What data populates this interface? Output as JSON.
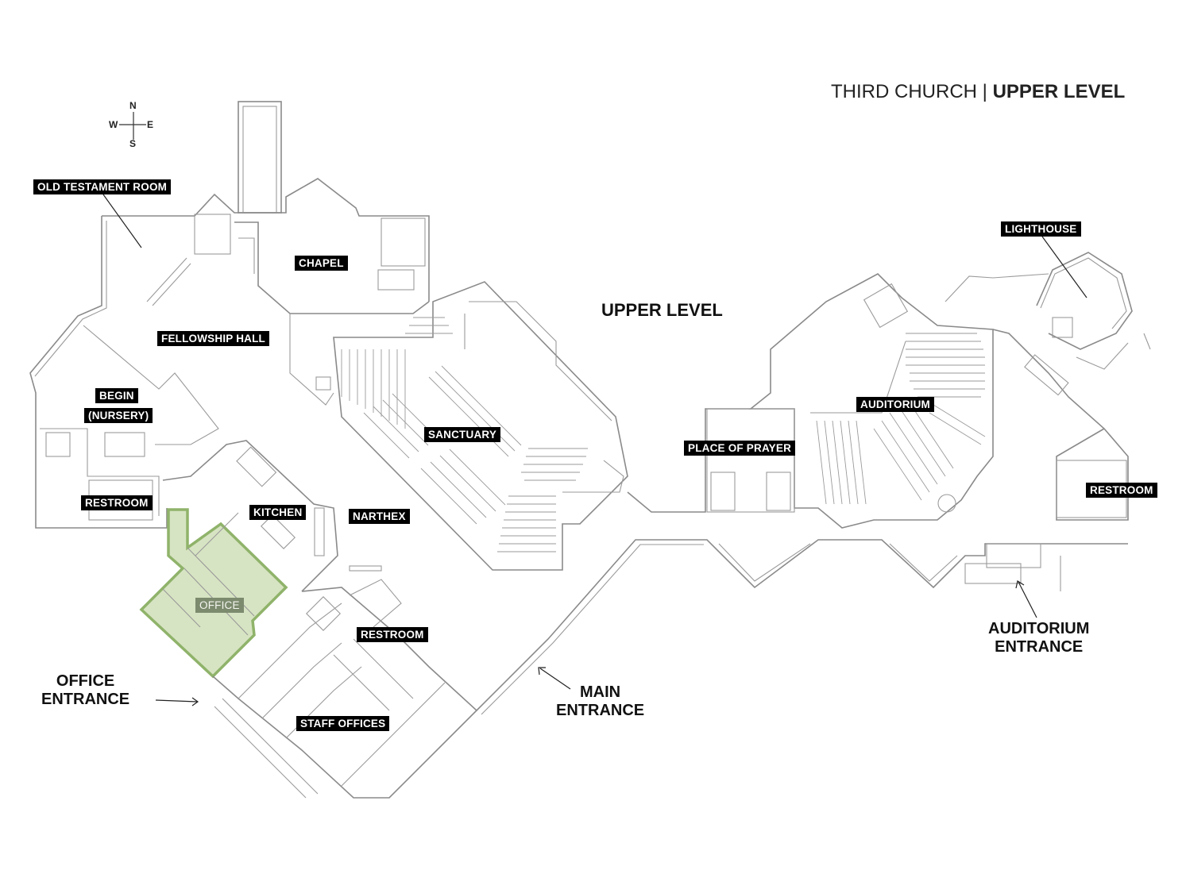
{
  "title": {
    "main": "THIRD CHURCH |",
    "level": "UPPER LEVEL"
  },
  "compass": {
    "n": "N",
    "s": "S",
    "e": "E",
    "w": "W"
  },
  "floor_label": "UPPER LEVEL",
  "rooms": {
    "old_testament_room": "OLD TESTAMENT ROOM",
    "chapel": "CHAPEL",
    "fellowship_hall": "FELLOWSHIP HALL",
    "begin": "BEGIN",
    "nursery": "(NURSERY)",
    "restroom_west": "RESTROOM",
    "kitchen": "KITCHEN",
    "narthex": "NARTHEX",
    "office": "OFFICE",
    "restroom_center": "RESTROOM",
    "staff_offices": "STAFF OFFICES",
    "sanctuary": "SANCTUARY",
    "place_of_prayer": "PLACE OF PRAYER",
    "auditorium": "AUDITORIUM",
    "lighthouse": "LIGHTHOUSE",
    "restroom_east": "RESTROOM"
  },
  "entrances": {
    "office_line1": "OFFICE",
    "office_line2": "ENTRANCE",
    "main_line1": "MAIN",
    "main_line2": "ENTRANCE",
    "auditorium_line1": "AUDITORIUM",
    "auditorium_line2": "ENTRANCE"
  },
  "colors": {
    "office_highlight": "#d7e4c3",
    "office_outline": "#8fb36a",
    "label_bg": "#000000"
  }
}
